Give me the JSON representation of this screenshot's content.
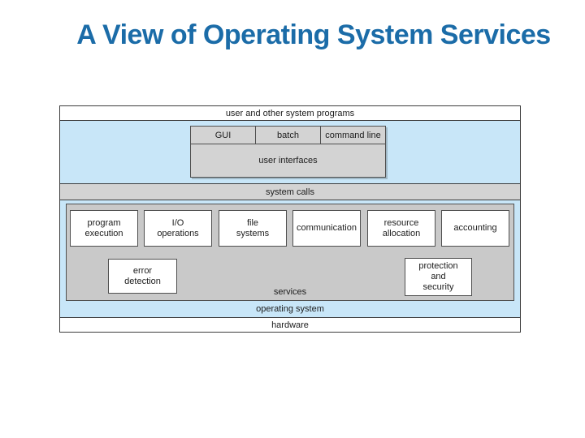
{
  "slide": {
    "title": "A View of Operating System Services"
  },
  "diagram": {
    "top_band": "user and other system programs",
    "ui_box": {
      "cells": [
        "GUI",
        "batch",
        "command line"
      ],
      "label": "user interfaces"
    },
    "system_calls": "system calls",
    "services": {
      "row1": [
        "program\nexecution",
        "I/O\noperations",
        "file\nsystems",
        "communication",
        "resource\nallocation",
        "accounting"
      ],
      "row2": {
        "error": "error\ndetection",
        "protection": "protection\nand\nsecurity"
      },
      "label": "services"
    },
    "os_band": "operating system",
    "hardware_band": "hardware"
  },
  "colors": {
    "title_blue": "#1b6ca8",
    "band_blue": "#c8e6f8",
    "box_gray": "#d3d3d3",
    "services_gray": "#c9c9c9"
  }
}
